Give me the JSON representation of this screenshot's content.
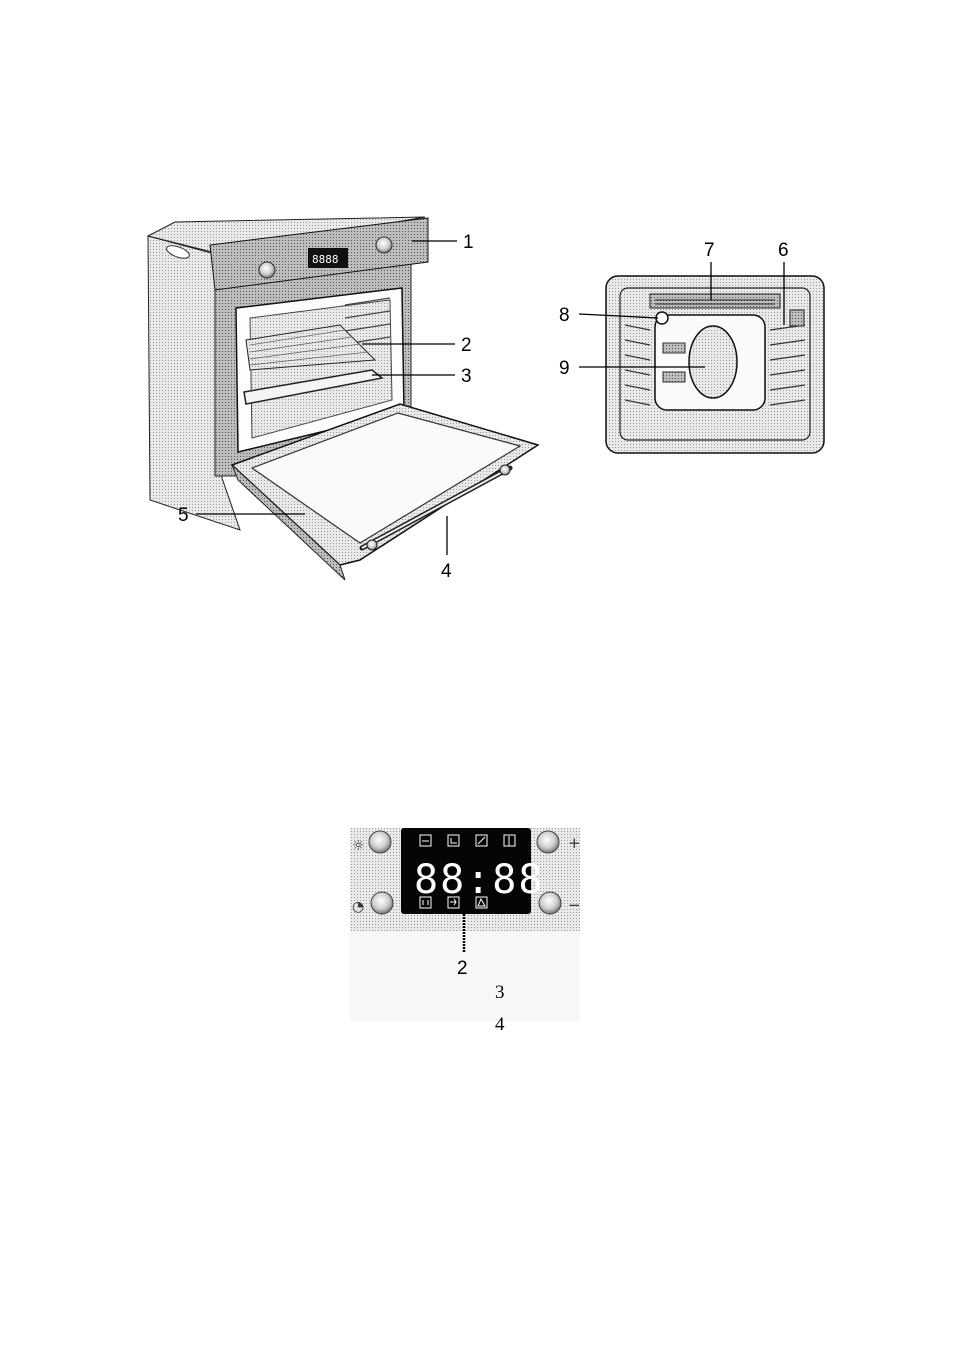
{
  "oven_callouts": {
    "c1": "1",
    "c2": "2",
    "c3": "3",
    "c4": "4",
    "c5": "5"
  },
  "cavity_callouts": {
    "c6": "6",
    "c7": "7",
    "c8": "8",
    "c9": "9"
  },
  "panel": {
    "display": "88:88",
    "callout_2": "2",
    "callout_3": "3",
    "callout_4": "4",
    "knob_symbols": {
      "top_left": "☼",
      "bottom_left": "◔",
      "top_right": "+",
      "bottom_right": "−"
    }
  }
}
